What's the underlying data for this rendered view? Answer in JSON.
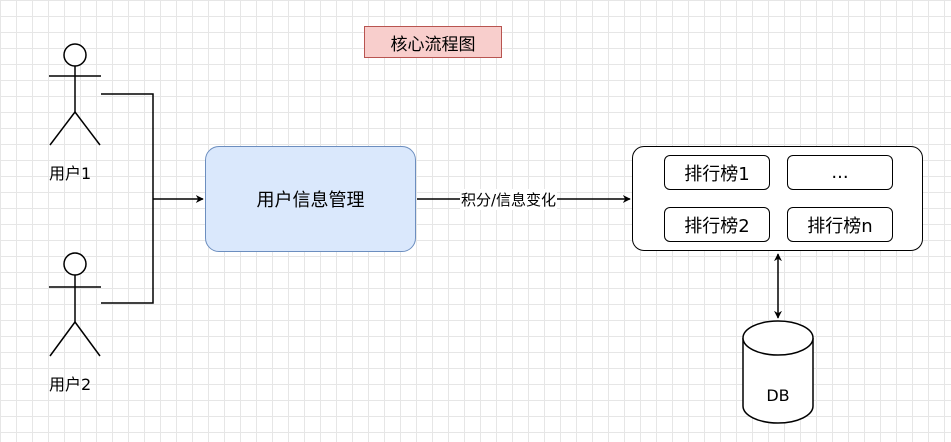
{
  "title": "核心流程图",
  "actors": [
    {
      "label": "用户1"
    },
    {
      "label": "用户2"
    }
  ],
  "process": {
    "label": "用户信息管理"
  },
  "edge": {
    "label": "积分/信息变化"
  },
  "ranking": {
    "items": [
      "排行榜1",
      "...",
      "排行榜2",
      "排行榜n"
    ]
  },
  "database": {
    "label": "DB"
  },
  "colors": {
    "title_fill": "#f8cecc",
    "title_stroke": "#b85450",
    "process_fill": "#dae8fc",
    "process_stroke": "#6c8ebf"
  }
}
